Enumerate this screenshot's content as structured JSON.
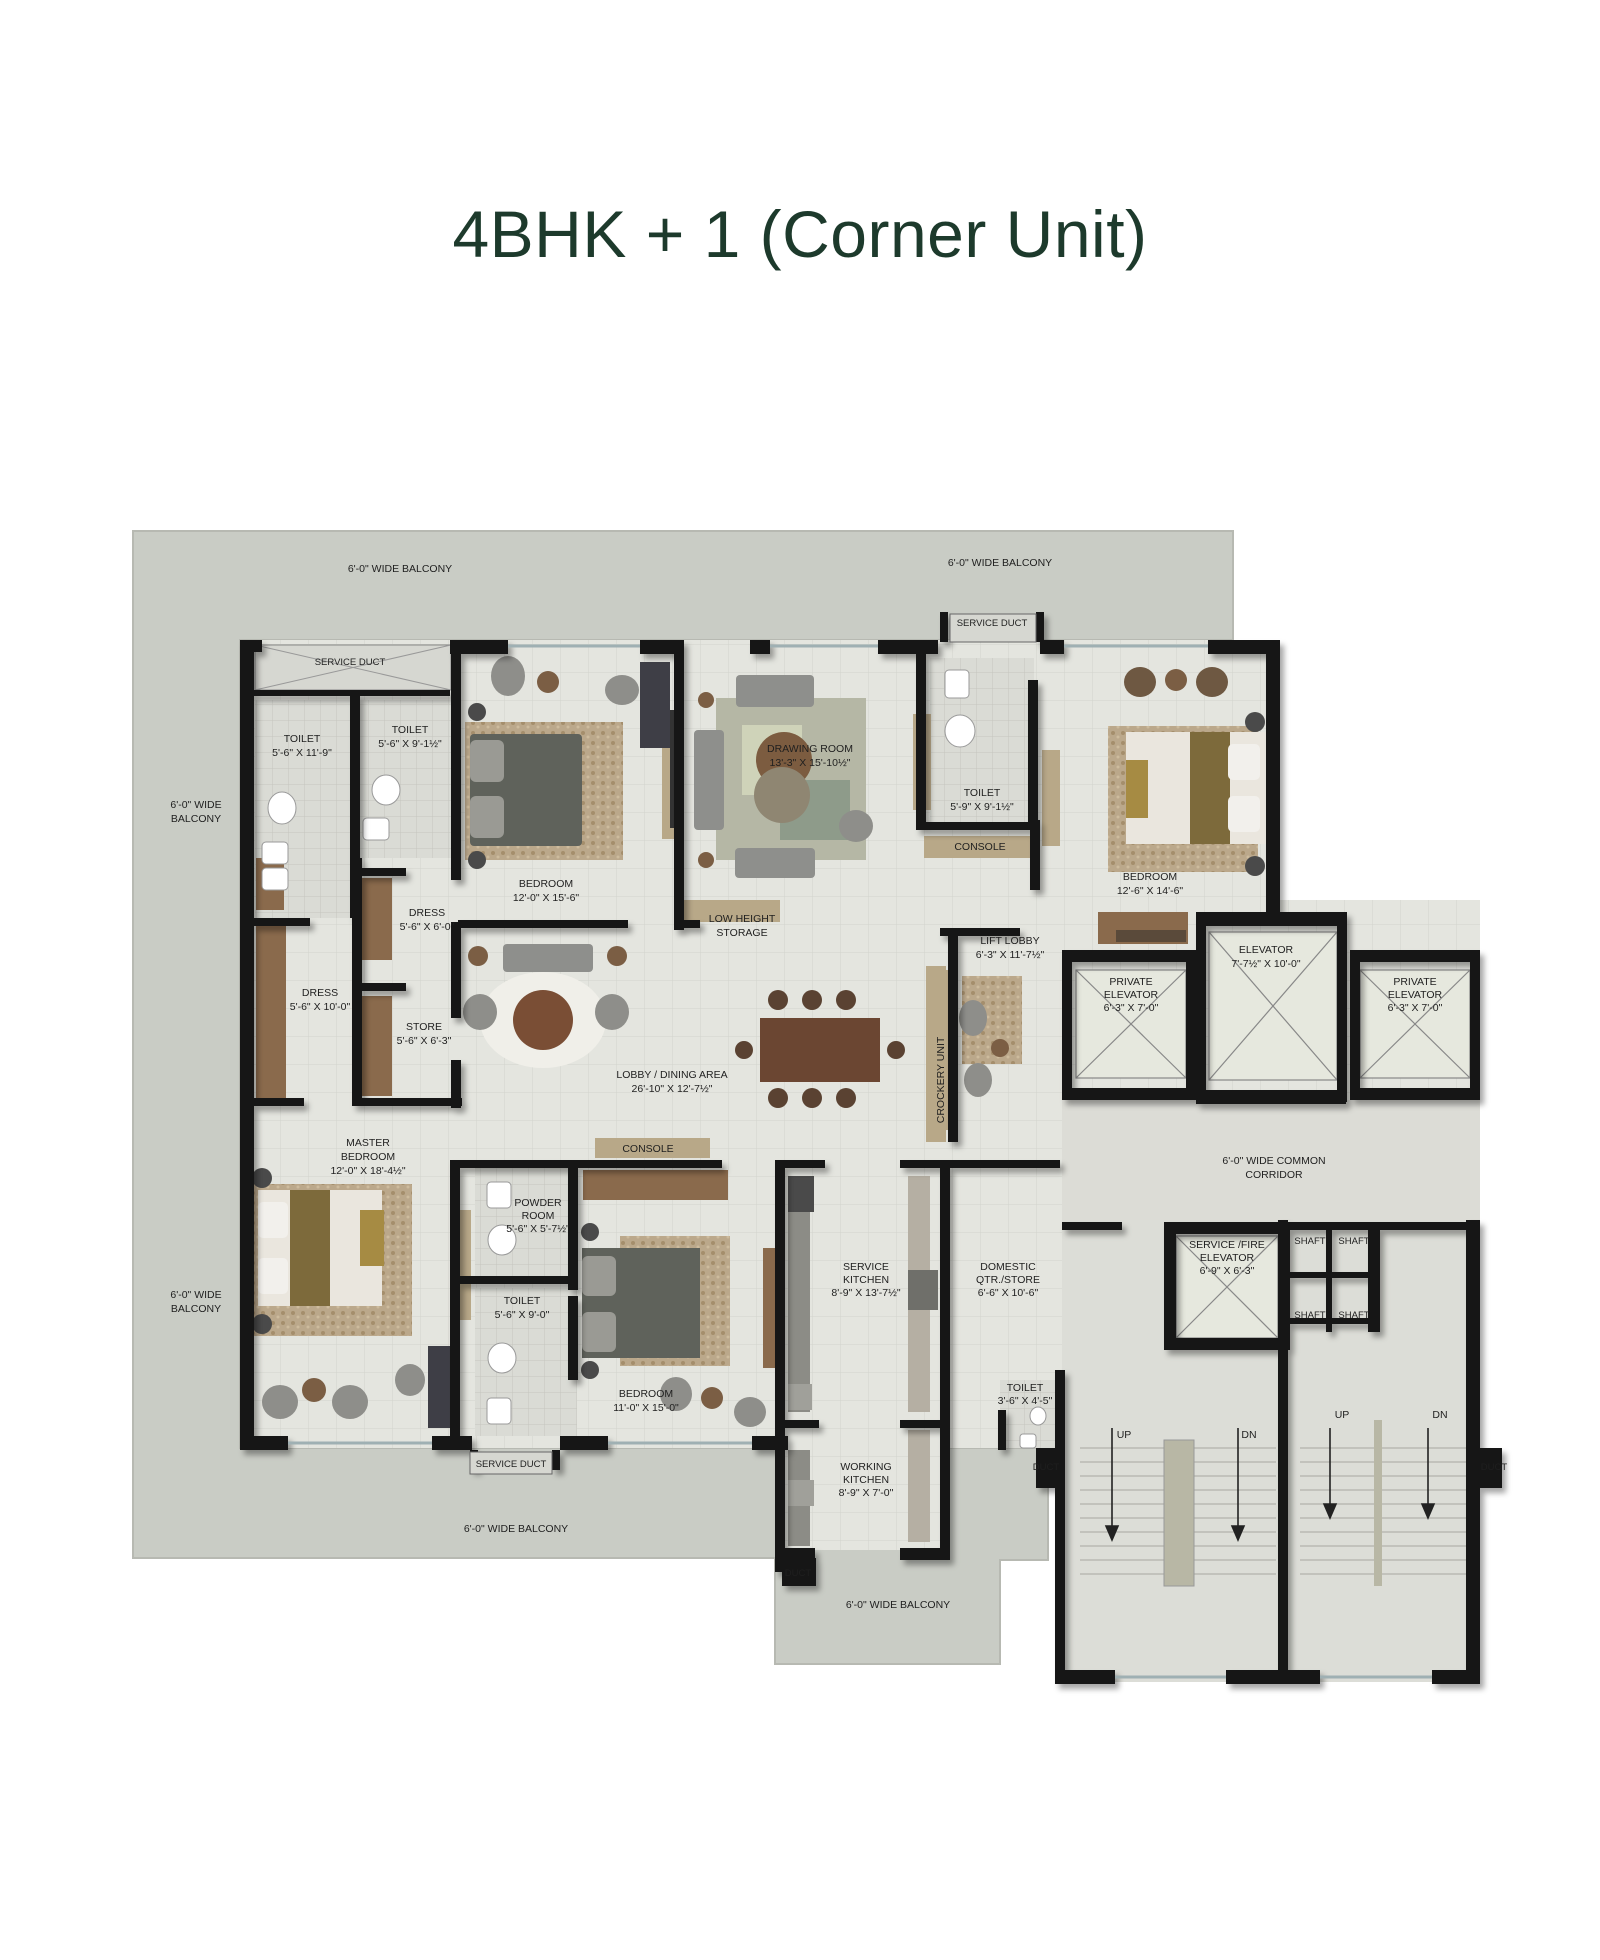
{
  "title": "4BHK + 1 (Corner Unit)",
  "colors": {
    "title": "#1d3a2c",
    "balcony": "#c9ccc5",
    "floor": "#e4e5df",
    "wall": "#141414",
    "wood": "#8a6a4c",
    "bed_green": "#5f625b",
    "bed_gold": "#8d7639"
  },
  "labels": {
    "balcony_top_left": "6'-0\" WIDE BALCONY",
    "balcony_top_right": "6'-0\" WIDE BALCONY",
    "balcony_left_top": [
      "6'-0\" WIDE",
      "BALCONY"
    ],
    "balcony_left_bottom": [
      "6'-0\" WIDE",
      "BALCONY"
    ],
    "balcony_bottom": "6'-0\" WIDE BALCONY",
    "balcony_kitchen": "6'-0\" WIDE BALCONY",
    "service_duct_1": "SERVICE DUCT",
    "service_duct_2": "SERVICE DUCT",
    "service_duct_3": "SERVICE DUCT",
    "duct_1": "DUCT",
    "duct_2": "DUCT",
    "duct_3": "DUCT",
    "toilet_1": {
      "name": "TOILET",
      "size": "5'-6\" X 11'-9\""
    },
    "toilet_2": {
      "name": "TOILET",
      "size": "5'-6\" X 9'-1½\""
    },
    "toilet_3": {
      "name": "TOILET",
      "size": "5'-9\" X 9'-1½\""
    },
    "toilet_4": {
      "name": "TOILET",
      "size": "5'-6\" X 9'-0\""
    },
    "toilet_5": {
      "name": "TOILET",
      "size": "3'-6\" X 4'-5\""
    },
    "bedroom_1": {
      "name": "BEDROOM",
      "size": "12'-0\" X 15'-6\""
    },
    "bedroom_2": {
      "name": "BEDROOM",
      "size": "12'-6\" X 14'-6\""
    },
    "bedroom_3": {
      "name": "BEDROOM",
      "size": "11'-0\" X 15'-0\""
    },
    "master_bedroom": {
      "name1": "MASTER",
      "name2": "BEDROOM",
      "size": "12'-0\" X 18'-4½\""
    },
    "drawing_room": {
      "name": "DRAWING ROOM",
      "size": "13'-3\" X 15'-10½\""
    },
    "dress_1": {
      "name": "DRESS",
      "size": "5'-6\" X 6'-0\""
    },
    "dress_2": {
      "name": "DRESS",
      "size": "5'-6\" X 10'-0\""
    },
    "store": {
      "name": "STORE",
      "size": "5'-6\" X 6'-3\""
    },
    "low_height_storage": [
      "LOW HEIGHT",
      "STORAGE"
    ],
    "console_1": "CONSOLE",
    "console_2": "CONSOLE",
    "crockery_unit": "CROCKERY UNIT",
    "lobby_dining": {
      "name": "LOBBY / DINING AREA",
      "size": "26'-10\" X 12'-7½\""
    },
    "lift_lobby": {
      "name": "LIFT LOBBY",
      "size": "6'-3\" X 11'-7½\""
    },
    "private_elevator_1": {
      "name1": "PRIVATE",
      "name2": "ELEVATOR",
      "size": "6'-3\" X 7'-0\""
    },
    "private_elevator_2": {
      "name1": "PRIVATE",
      "name2": "ELEVATOR",
      "size": "6'-3\" X 7'-0\""
    },
    "elevator": {
      "name": "ELEVATOR",
      "size": "7'-7½\" X 10'-0\""
    },
    "corridor": [
      "6'-0\" WIDE COMMON",
      "CORRIDOR"
    ],
    "service_fire_elevator": {
      "name1": "SERVICE /FIRE",
      "name2": "ELEVATOR",
      "size": "6'-9\" X 6'-3\""
    },
    "shaft": "SHAFT",
    "powder_room": {
      "name1": "POWDER",
      "name2": "ROOM",
      "size": "5'-6\" X 5'-7½\""
    },
    "service_kitchen": {
      "name1": "SERVICE",
      "name2": "KITCHEN",
      "size": "8'-9\" X 13'-7½\""
    },
    "domestic_qtr": {
      "name1": "DOMESTIC",
      "name2": "QTR./STORE",
      "size": "6'-6\" X 10'-6\""
    },
    "working_kitchen": {
      "name1": "WORKING",
      "name2": "KITCHEN",
      "size": "8'-9\" X 7'-0\""
    },
    "up": "UP",
    "dn": "DN"
  }
}
